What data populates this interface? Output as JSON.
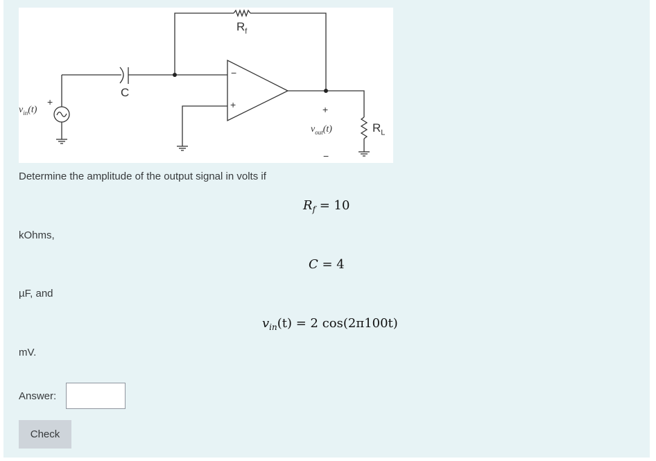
{
  "question": {
    "circuit": {
      "labels": {
        "feedback_resistor": "R",
        "feedback_resistor_sub": "f",
        "capacitor": "C",
        "load_resistor": "R",
        "load_resistor_sub": "L",
        "input_voltage": "v",
        "input_voltage_sub": "in",
        "input_voltage_arg": "(t)",
        "output_voltage": "v",
        "output_voltage_sub": "out",
        "output_voltage_arg": "(t)",
        "plus": "+",
        "minus": "−",
        "opamp_inverting": "−",
        "opamp_noninverting": "+"
      }
    },
    "prompt": "Determine the amplitude of the output signal in volts if",
    "equations": {
      "rf": {
        "lhs": "R",
        "sub": "f",
        "eq": " = 10"
      },
      "rf_unit": "kOhms,",
      "c": {
        "lhs": "C",
        "eq": " = 4"
      },
      "c_unit": "µF, and",
      "vin": {
        "lhs": "v",
        "sub": "in",
        "rest": "(t) = 2 cos(2π100t)"
      },
      "vin_unit": "mV."
    },
    "answer_label": "Answer:",
    "answer_value": "",
    "check_button": "Check"
  },
  "colors": {
    "panel_bg": "#e7f3f5",
    "button_bg": "#ced4da",
    "text": "#373a3c"
  }
}
